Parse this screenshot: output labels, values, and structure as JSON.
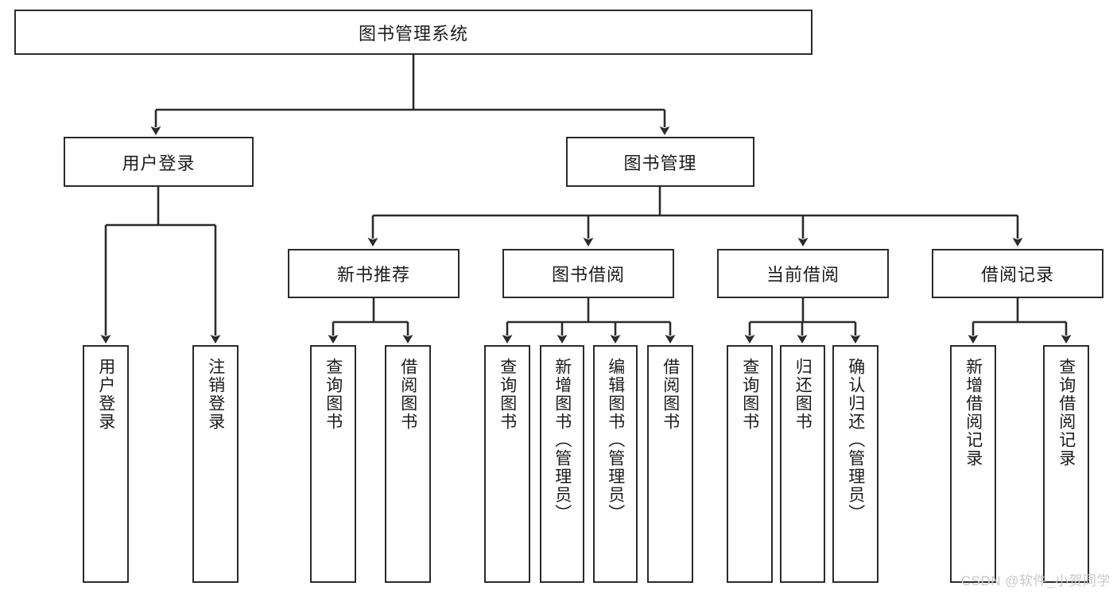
{
  "diagram": {
    "title": "图书管理系统",
    "type": "hierarchy-tree",
    "root": {
      "label": "图书管理系统"
    },
    "level1": [
      {
        "label": "用户登录"
      },
      {
        "label": "图书管理"
      }
    ],
    "level2": [
      {
        "label": "新书推荐"
      },
      {
        "label": "图书借阅"
      },
      {
        "label": "当前借阅"
      },
      {
        "label": "借阅记录"
      }
    ],
    "leaves": {
      "user_login": [
        {
          "label": "用户登录"
        },
        {
          "label": "注销登录"
        }
      ],
      "new_book_recommend": [
        {
          "label": "查询图书"
        },
        {
          "label": "借阅图书"
        }
      ],
      "book_borrow": [
        {
          "label": "查询图书"
        },
        {
          "label": "新增图书（管理员）"
        },
        {
          "label": "编辑图书（管理员）"
        },
        {
          "label": "借阅图书"
        }
      ],
      "current_borrow": [
        {
          "label": "查询图书"
        },
        {
          "label": "归还图书"
        },
        {
          "label": "确认归还（管理员）"
        }
      ],
      "borrow_record": [
        {
          "label": "新增借阅记录"
        },
        {
          "label": "查询借阅记录"
        }
      ]
    }
  },
  "watermark": {
    "text": "CSDN @软件_小贺同学"
  },
  "colors": {
    "stroke": "#2b2b2b",
    "background": "#ffffff",
    "text": "#1c1c1c",
    "watermark": "#c9c9c9"
  }
}
